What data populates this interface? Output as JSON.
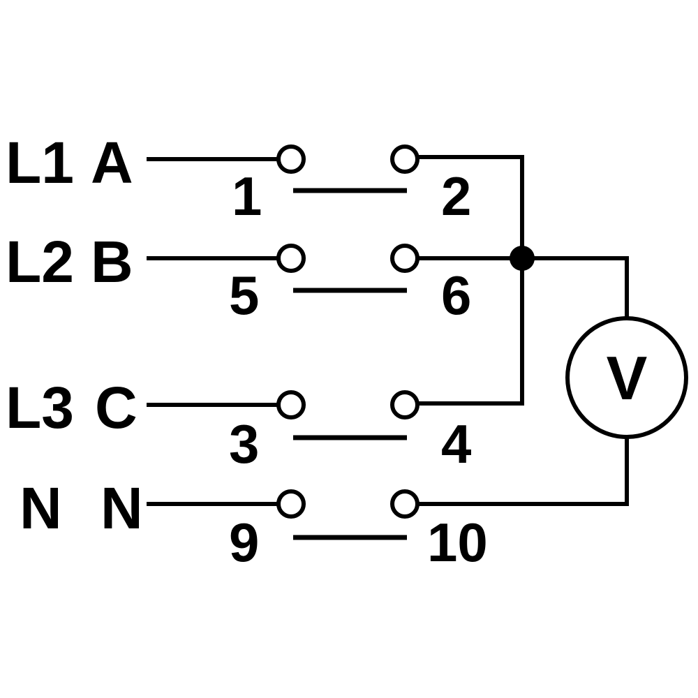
{
  "rows": [
    {
      "line": "L1",
      "phase": "A",
      "left_terminal": "1",
      "right_terminal": "2"
    },
    {
      "line": "L2",
      "phase": "B",
      "left_terminal": "5",
      "right_terminal": "6"
    },
    {
      "line": "L3",
      "phase": "C",
      "left_terminal": "3",
      "right_terminal": "4"
    },
    {
      "line": "N",
      "phase": "N",
      "left_terminal": "9",
      "right_terminal": "10"
    }
  ],
  "meter": {
    "symbol": "V"
  },
  "colors": {
    "ink": "#000000",
    "background": "#ffffff"
  }
}
